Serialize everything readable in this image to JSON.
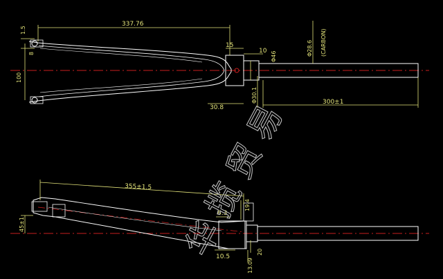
{
  "drawing": {
    "top_view": {
      "dims": {
        "overall_length": "337.76",
        "dropout_top": "1.5",
        "dropout_gap": "8",
        "spacing": "100",
        "crown_15": "15",
        "steerer_10": "10",
        "bearing_dia_46": "Φ46",
        "steerer_spec": "Φ28.6",
        "material": "(CARBON)",
        "crown_race": "Φ30.1",
        "crown_offset": "30.8",
        "steerer_length": "300±1"
      }
    },
    "side_view": {
      "dims": {
        "axle_to_crown": "355±1.5",
        "rake": "45±1",
        "crown_6_3": "6.3",
        "crown_19_4": "19.4",
        "crown_10_5": "10.5",
        "crown_20": "20",
        "crown_13_09": "13.09"
      }
    },
    "watermark": "华 揽 贸 易"
  },
  "colors": {
    "outline": "#ffffff",
    "dimension": "#e4e47a",
    "centerline": "#c81e1e",
    "background": "#000000"
  }
}
